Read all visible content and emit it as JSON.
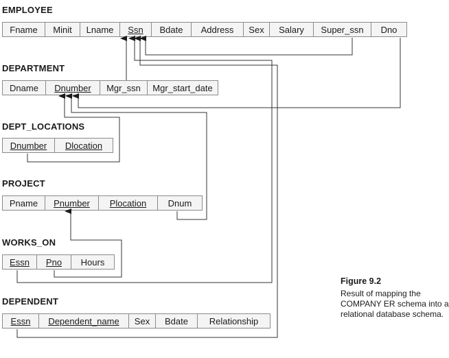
{
  "relations": {
    "employee": {
      "name": "EMPLOYEE",
      "attributes": [
        "Fname",
        "Minit",
        "Lname",
        "Ssn",
        "Bdate",
        "Address",
        "Sex",
        "Salary",
        "Super_ssn",
        "Dno"
      ],
      "primary_key": [
        "Ssn"
      ]
    },
    "department": {
      "name": "DEPARTMENT",
      "attributes": [
        "Dname",
        "Dnumber",
        "Mgr_ssn",
        "Mgr_start_date"
      ],
      "primary_key": [
        "Dnumber"
      ]
    },
    "dept_locations": {
      "name": "DEPT_LOCATIONS",
      "attributes": [
        "Dnumber",
        "Dlocation"
      ],
      "primary_key": [
        "Dnumber",
        "Dlocation"
      ]
    },
    "project": {
      "name": "PROJECT",
      "attributes": [
        "Pname",
        "Pnumber",
        "Plocation",
        "Dnum"
      ],
      "primary_key": [
        "Pnumber"
      ]
    },
    "works_on": {
      "name": "WORKS_ON",
      "attributes": [
        "Essn",
        "Pno",
        "Hours"
      ],
      "primary_key": [
        "Essn",
        "Pno"
      ]
    },
    "dependent": {
      "name": "DEPENDENT",
      "attributes": [
        "Essn",
        "Dependent_name",
        "Sex",
        "Bdate",
        "Relationship"
      ],
      "primary_key": [
        "Essn",
        "Dependent_name"
      ]
    }
  },
  "foreign_keys": [
    {
      "from": "EMPLOYEE.Super_ssn",
      "to": "EMPLOYEE.Ssn"
    },
    {
      "from": "EMPLOYEE.Dno",
      "to": "DEPARTMENT.Dnumber"
    },
    {
      "from": "DEPARTMENT.Mgr_ssn",
      "to": "EMPLOYEE.Ssn"
    },
    {
      "from": "DEPT_LOCATIONS.Dnumber",
      "to": "DEPARTMENT.Dnumber"
    },
    {
      "from": "PROJECT.Dnum",
      "to": "DEPARTMENT.Dnumber"
    },
    {
      "from": "WORKS_ON.Essn",
      "to": "EMPLOYEE.Ssn"
    },
    {
      "from": "WORKS_ON.Pno",
      "to": "PROJECT.Pnumber"
    },
    {
      "from": "DEPENDENT.Essn",
      "to": "EMPLOYEE.Ssn"
    }
  ],
  "figure": {
    "title": "Figure 9.2",
    "caption": "Result of mapping the COMPANY ER schema into a relational database schema."
  }
}
